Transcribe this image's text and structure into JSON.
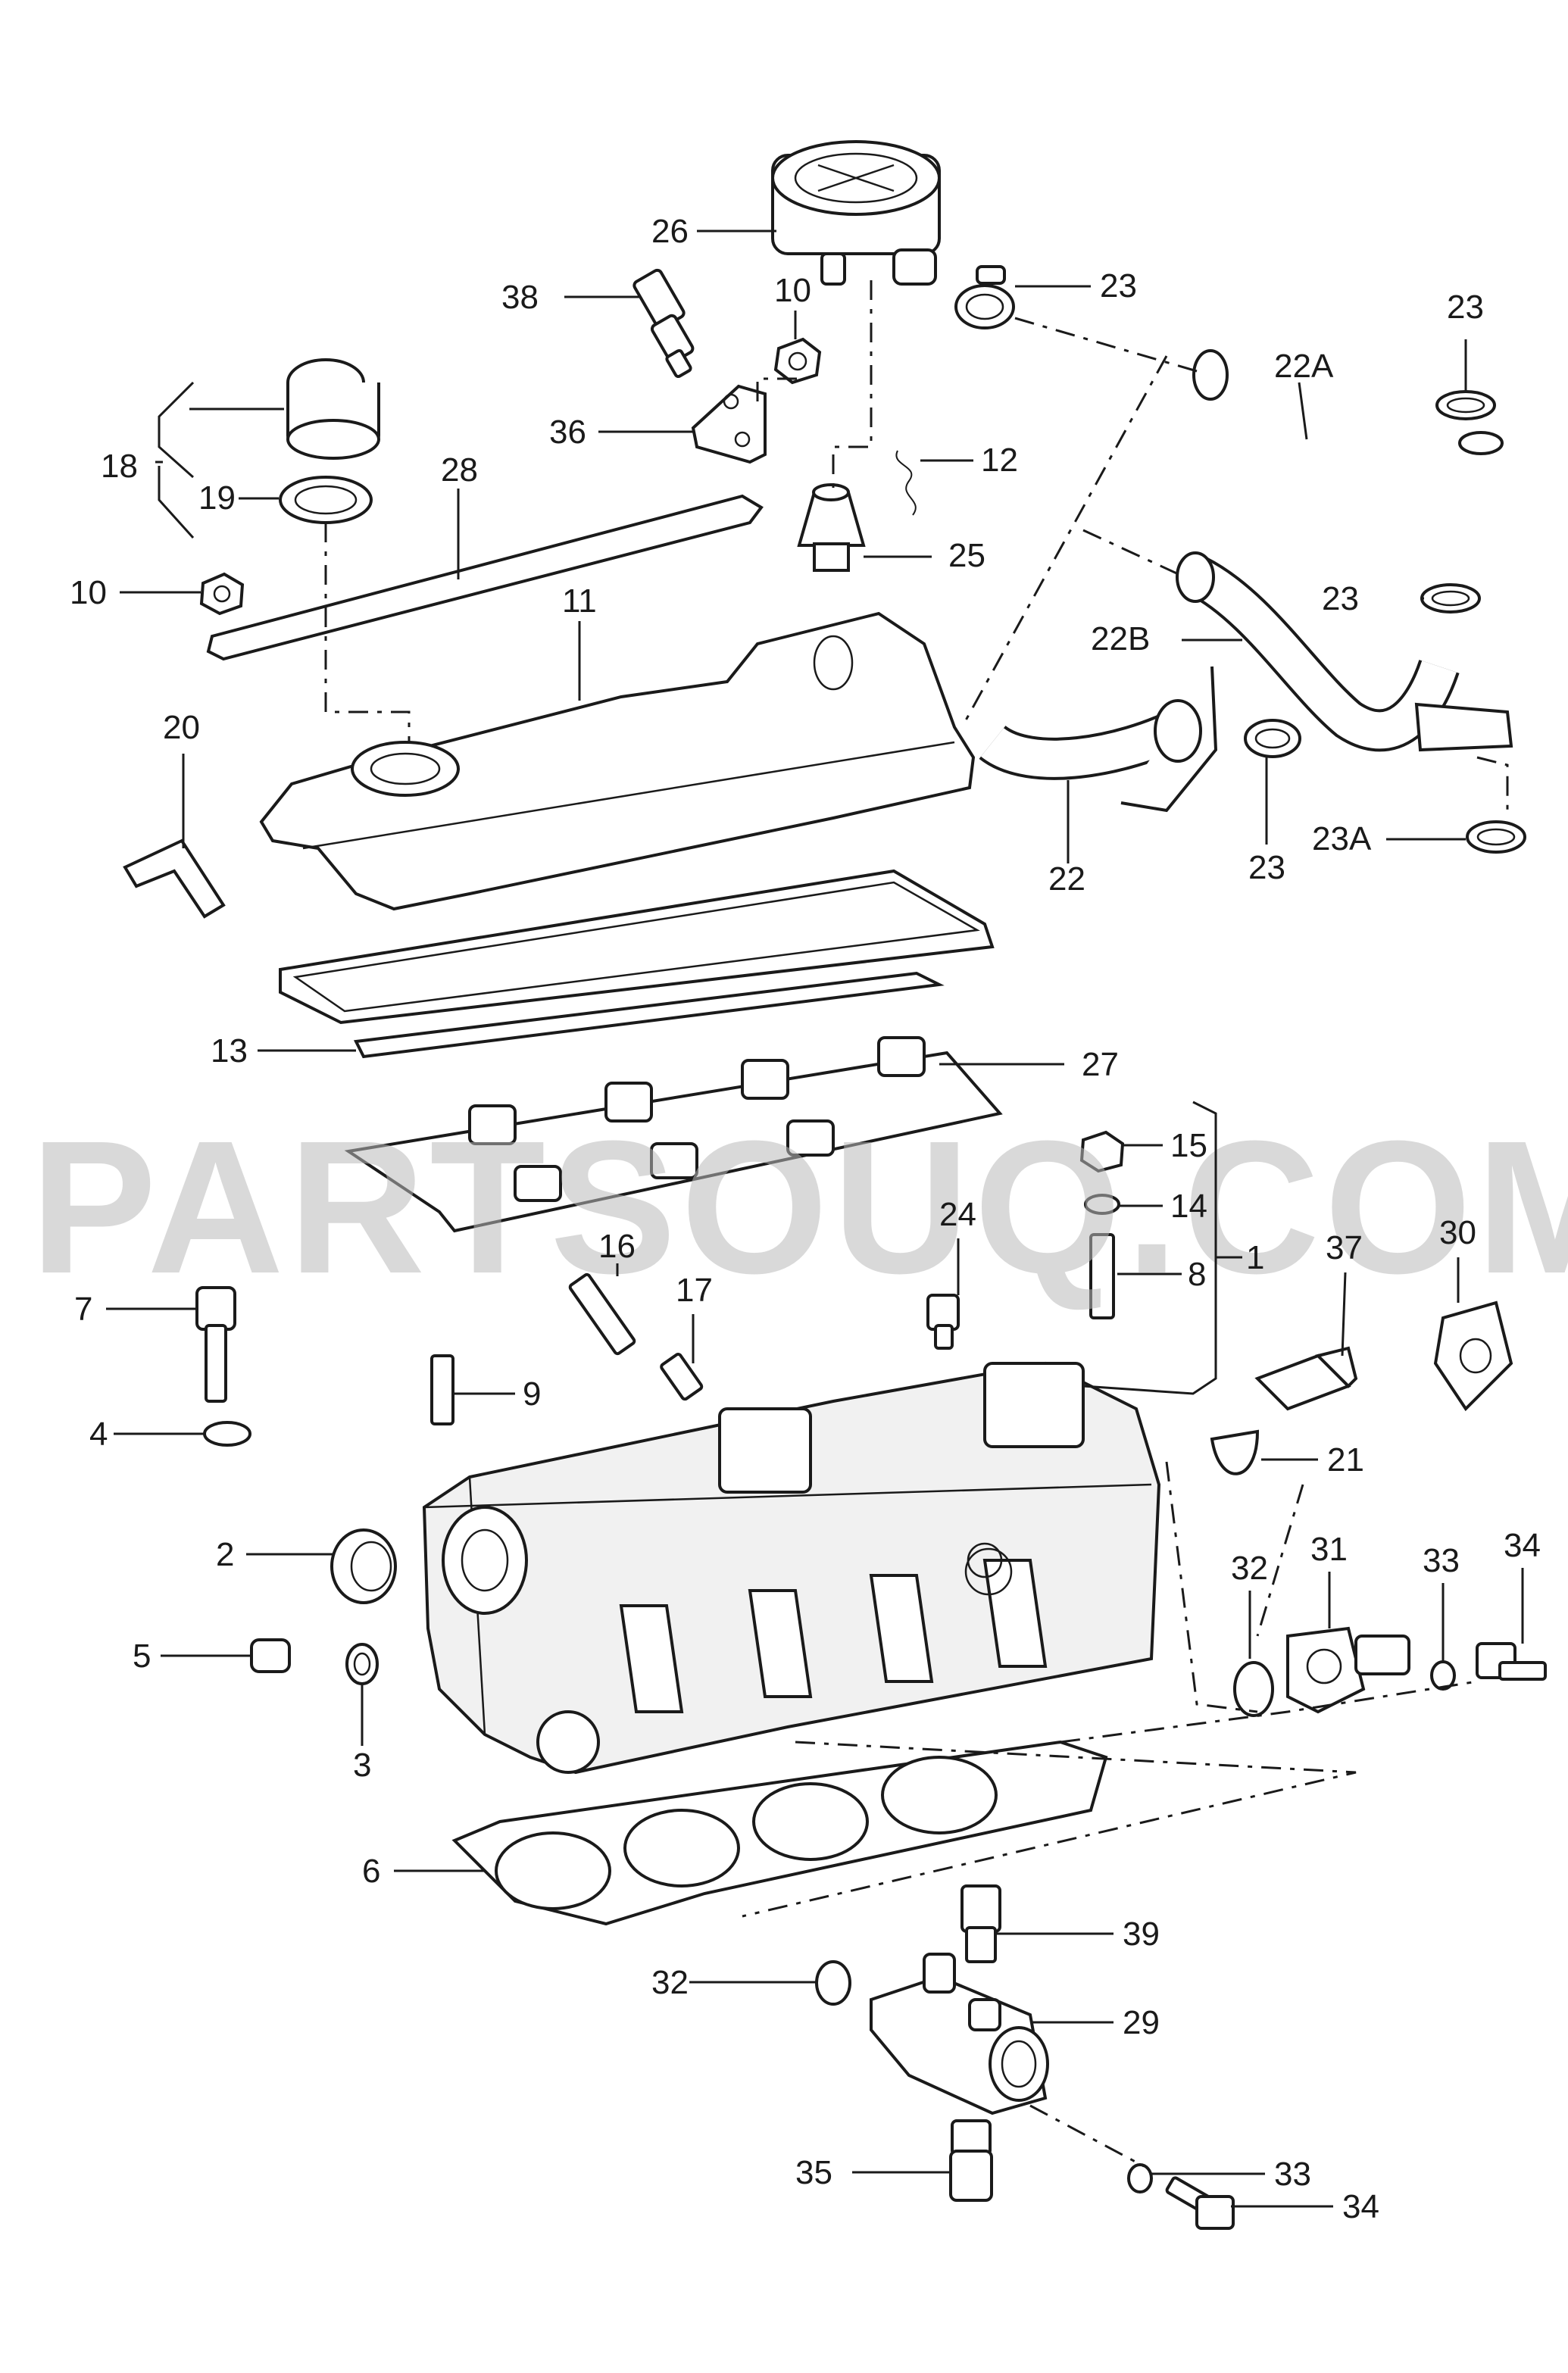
{
  "watermark": "PARTSOUQ.COM",
  "colors": {
    "line": "#1a1a1a",
    "background": "#ffffff",
    "watermark": "#b9b9b9"
  },
  "callouts": [
    {
      "id": "26",
      "text": "26"
    },
    {
      "id": "38",
      "text": "38"
    },
    {
      "id": "10a",
      "text": "10"
    },
    {
      "id": "23a",
      "text": "23"
    },
    {
      "id": "23b",
      "text": "23"
    },
    {
      "id": "22A",
      "text": "22A"
    },
    {
      "id": "18",
      "text": "18"
    },
    {
      "id": "19",
      "text": "19"
    },
    {
      "id": "36",
      "text": "36"
    },
    {
      "id": "28",
      "text": "28"
    },
    {
      "id": "12",
      "text": "12"
    },
    {
      "id": "10b",
      "text": "10"
    },
    {
      "id": "25",
      "text": "25"
    },
    {
      "id": "23c",
      "text": "23"
    },
    {
      "id": "11",
      "text": "11"
    },
    {
      "id": "22B",
      "text": "22B"
    },
    {
      "id": "20",
      "text": "20"
    },
    {
      "id": "22",
      "text": "22"
    },
    {
      "id": "23d",
      "text": "23"
    },
    {
      "id": "23A",
      "text": "23A"
    },
    {
      "id": "13",
      "text": "13"
    },
    {
      "id": "27",
      "text": "27"
    },
    {
      "id": "15",
      "text": "15"
    },
    {
      "id": "14",
      "text": "14"
    },
    {
      "id": "24",
      "text": "24"
    },
    {
      "id": "16",
      "text": "16"
    },
    {
      "id": "8",
      "text": "8"
    },
    {
      "id": "1",
      "text": "1"
    },
    {
      "id": "37",
      "text": "37"
    },
    {
      "id": "30",
      "text": "30"
    },
    {
      "id": "7",
      "text": "7"
    },
    {
      "id": "17",
      "text": "17"
    },
    {
      "id": "9",
      "text": "9"
    },
    {
      "id": "4",
      "text": "4"
    },
    {
      "id": "21",
      "text": "21"
    },
    {
      "id": "2",
      "text": "2"
    },
    {
      "id": "31",
      "text": "31"
    },
    {
      "id": "32a",
      "text": "32"
    },
    {
      "id": "33a",
      "text": "33"
    },
    {
      "id": "34a",
      "text": "34"
    },
    {
      "id": "5",
      "text": "5"
    },
    {
      "id": "3",
      "text": "3"
    },
    {
      "id": "6",
      "text": "6"
    },
    {
      "id": "39",
      "text": "39"
    },
    {
      "id": "32b",
      "text": "32"
    },
    {
      "id": "29",
      "text": "29"
    },
    {
      "id": "33b",
      "text": "33"
    },
    {
      "id": "35",
      "text": "35"
    },
    {
      "id": "34b",
      "text": "34"
    }
  ]
}
